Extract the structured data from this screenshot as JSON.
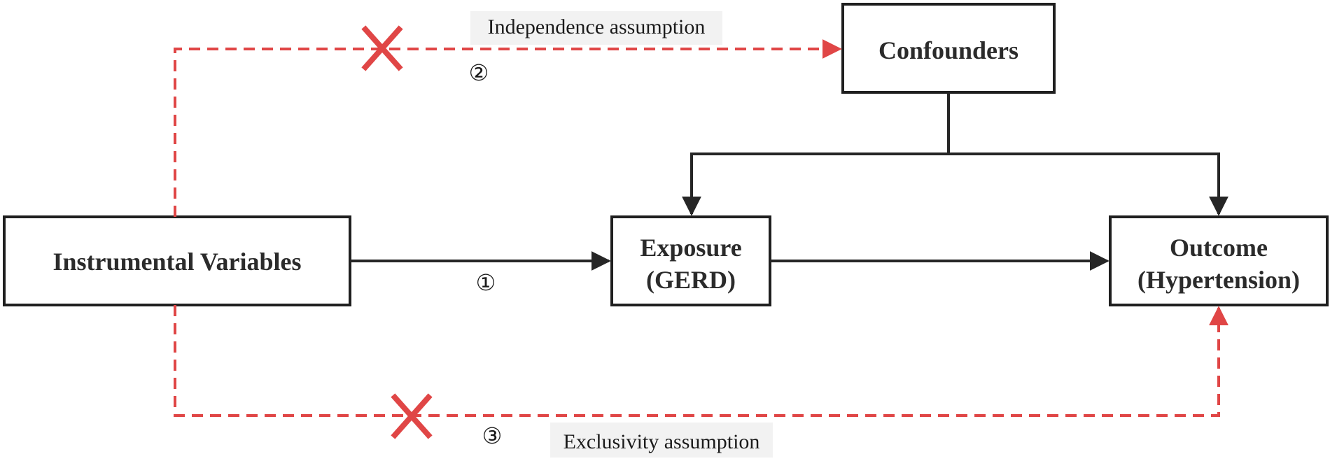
{
  "nodes": {
    "instrumental": {
      "label": "Instrumental Variables"
    },
    "confounders": {
      "label": "Confounders"
    },
    "exposure": {
      "line1": "Exposure",
      "line2": "(GERD)"
    },
    "outcome": {
      "line1": "Outcome",
      "line2": "(Hypertension)"
    }
  },
  "assumptions": {
    "relevance": {
      "number": "①"
    },
    "independence": {
      "label": "Independence assumption",
      "number": "②"
    },
    "exclusivity": {
      "label": "Exclusivity assumption",
      "number": "③"
    }
  },
  "colors": {
    "solid": "#262626",
    "dashed": "#e04646",
    "box_stroke": "#1f1f1f",
    "label_bg": "#f2f2f2"
  }
}
